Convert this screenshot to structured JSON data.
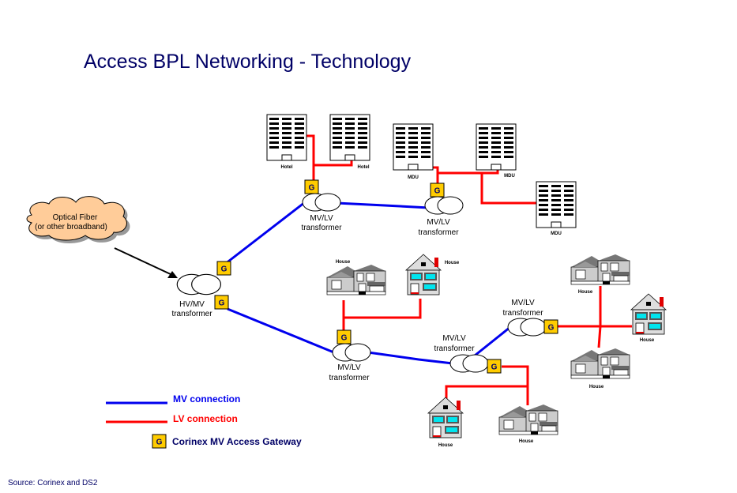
{
  "title": "Access BPL Networking - Technology",
  "source": "Source:  Corinex and DS2",
  "cloud": {
    "line1": "Optical Fiber",
    "line2": "(or other broadband)"
  },
  "gateway_glyph": "G",
  "colors": {
    "mv": "#0000ee",
    "lv": "#ff0000",
    "gateway_fill": "#ffcc00",
    "cloud_fill": "#ffcc99",
    "title": "#000066"
  },
  "transformers": [
    {
      "id": "hvmv",
      "line1": "HV/MV",
      "line2": "transformer"
    },
    {
      "id": "t-hotel",
      "line1": "MV/LV",
      "line2": "transformer"
    },
    {
      "id": "t-mdu",
      "line1": "MV/LV",
      "line2": "transformer"
    },
    {
      "id": "t-house-a",
      "line1": "MV/LV",
      "line2": "transformer"
    },
    {
      "id": "t-house-b",
      "line1": "MV/LV",
      "line2": "transformer"
    },
    {
      "id": "t-house-c",
      "line1": "MV/LV",
      "line2": "transformer"
    }
  ],
  "buildings": [
    {
      "type": "hotel",
      "label": "Hotel"
    },
    {
      "type": "hotel",
      "label": "Hotel"
    },
    {
      "type": "mdu",
      "label": "MDU"
    },
    {
      "type": "mdu",
      "label": "MDU"
    },
    {
      "type": "mdu",
      "label": "MDU"
    }
  ],
  "houses": [
    {
      "style": "ranch",
      "label": "House"
    },
    {
      "style": "colonial",
      "label": "House"
    },
    {
      "style": "ranch",
      "label": "House"
    },
    {
      "style": "colonial",
      "label": "House"
    },
    {
      "style": "ranch",
      "label": "House"
    },
    {
      "style": "colonial",
      "label": "House"
    },
    {
      "style": "ranch",
      "label": "House"
    }
  ],
  "legend": [
    {
      "kind": "mv-line",
      "label": "MV connection",
      "color": "#0000ee"
    },
    {
      "kind": "lv-line",
      "label": "LV connection",
      "color": "#ff0000"
    },
    {
      "kind": "gateway",
      "label": "Corinex MV Access Gateway",
      "color": "#000066"
    }
  ]
}
